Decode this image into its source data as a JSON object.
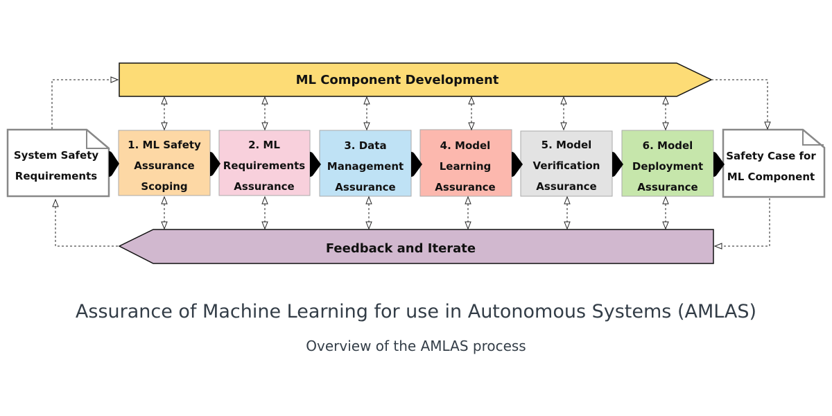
{
  "diagram": {
    "top_band": {
      "label": "ML Component Development",
      "color": "#fddc76"
    },
    "bottom_band": {
      "label": "Feedback and Iterate",
      "color": "#d1b8cf"
    },
    "input_doc": {
      "lines": [
        "System Safety",
        "Requirements"
      ]
    },
    "output_doc": {
      "lines": [
        "Safety Case for",
        "ML Component"
      ]
    },
    "stages": [
      {
        "lines": [
          "1. ML Safety",
          "Assurance",
          "Scoping"
        ],
        "color": "#fdd8a5"
      },
      {
        "lines": [
          "2. ML",
          "Requirements",
          "Assurance"
        ],
        "color": "#f8d0dc"
      },
      {
        "lines": [
          "3. Data",
          "Management",
          "Assurance"
        ],
        "color": "#bfe2f5"
      },
      {
        "lines": [
          "4. Model",
          "Learning",
          "Assurance"
        ],
        "color": "#fcb8ae"
      },
      {
        "lines": [
          "5. Model",
          "Verification",
          "Assurance"
        ],
        "color": "#e3e3e3"
      },
      {
        "lines": [
          "6. Model",
          "Deployment",
          "Assurance"
        ],
        "color": "#c6e6ab"
      }
    ]
  },
  "caption": {
    "title": "Assurance of Machine Learning for use in Autonomous Systems (AMLAS)",
    "subtitle": "Overview of the AMLAS process"
  }
}
